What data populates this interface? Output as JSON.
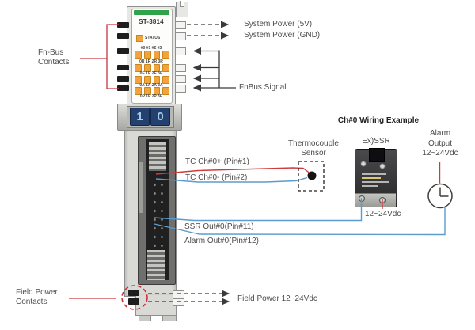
{
  "colors": {
    "wire_red": "#cf3b3b",
    "wire_blue": "#5b9ccc",
    "annotation_red": "#c4373f",
    "led_orange": "#f2a33c",
    "green_bar": "#2fa24a",
    "dash_gray": "#3a3a3a"
  },
  "module": {
    "model": "ST-3814",
    "status": "STATUS",
    "led_rows": [
      "#0 #1 #2 #3",
      "0R 1R 2R 3R",
      "0E 1E 2E 3E",
      "0A 1A 2A 3A",
      "0P 1P 2P 3P"
    ],
    "digits": [
      "1",
      "0"
    ]
  },
  "annotations": {
    "system_power_5v": "System Power (5V)",
    "system_power_gnd": "System Power (GND)",
    "fnbus_contacts": [
      "Fn-Bus",
      "Contacts"
    ],
    "fnbus_signal": "FnBus Signal",
    "field_power_contacts": [
      "Field Power",
      "Contacts"
    ],
    "field_power": "Field Power 12~24Vdc"
  },
  "wiring": {
    "title": "Ch#0 Wiring Example",
    "thermocouple": [
      "Thermocouple",
      "Sensor"
    ],
    "ssr_label": "Ex)SSR",
    "alarm_output": [
      "Alarm",
      "Output",
      "12~24Vdc"
    ],
    "ssr_supply": "12~24Vdc",
    "tc_plus": "TC Ch#0+ (Pin#1)",
    "tc_minus": "TC Ch#0- (Pin#2)",
    "ssr_out": "SSR Out#0(Pin#11)",
    "alarm_out": "Alarm Out#0(Pin#12)"
  }
}
